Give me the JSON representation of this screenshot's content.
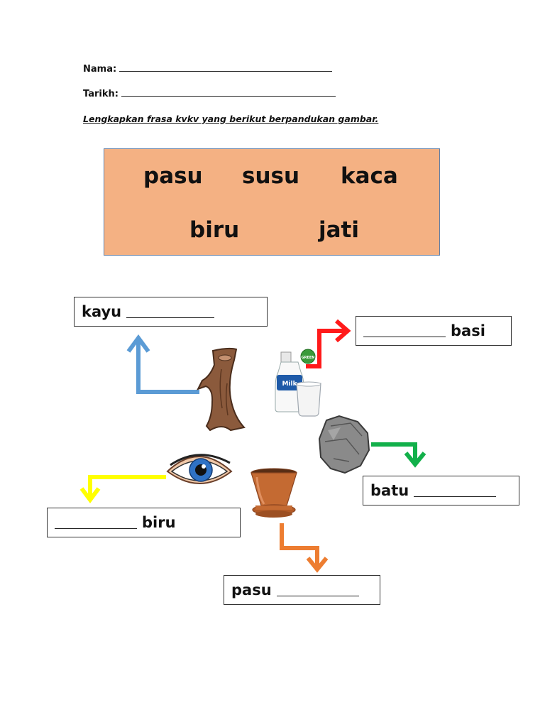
{
  "header": {
    "name_label": "Nama:",
    "date_label": "Tarikh:",
    "instruction": "Lengkapkan frasa kvkv yang berikut berpandukan gambar."
  },
  "word_bank": [
    "pasu",
    "susu",
    "kaca",
    "biru",
    "jati"
  ],
  "phrases": {
    "kayu": "kayu",
    "basi": "basi",
    "batu": "batu",
    "biru": "biru",
    "pasu": "pasu"
  },
  "milk_label": "Milk",
  "milk_brand": "GREEN"
}
